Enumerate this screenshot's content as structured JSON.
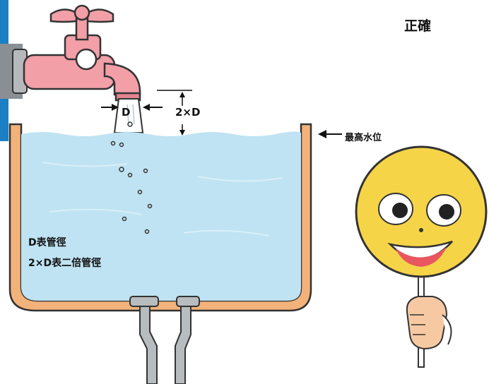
{
  "labels": {
    "correct": "正確",
    "pipe_diameter": "D",
    "gap": "2×D",
    "max_water_level": "最高水位",
    "legend_line1": "D表管徑",
    "legend_line2": "2×D表二倍管徑"
  },
  "colors": {
    "water": "#bfe3f2",
    "tank": "#f2b27a",
    "faucet": "#f29fa8",
    "smiley": "#f6d448",
    "frame": "#1b7fc4"
  }
}
